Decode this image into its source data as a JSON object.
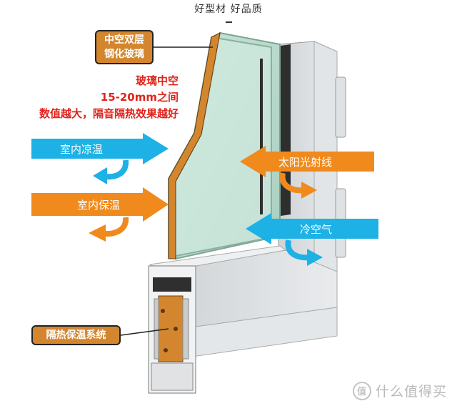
{
  "header": {
    "title": "好型材 好品质"
  },
  "labels": {
    "glass_box": [
      "中空双层",
      "钢化玻璃"
    ],
    "glass_note": [
      "玻璃中空",
      "15-20mm之间",
      "数值越大，隔音隔热效果越好"
    ],
    "insulation_box": "隔热保温系统"
  },
  "arrows": {
    "indoor_cool": "室内凉温",
    "indoor_warm": "室内保温",
    "sunlight": "太阳光射线",
    "cold_air": "冷空气"
  },
  "watermark": {
    "text": "什么值得买",
    "logo_glyph": "值"
  },
  "colors": {
    "orange_accent": "#f08a1c",
    "blue_arrow": "#1db1e6",
    "note_red": "#e0231c",
    "label_orange": "#d4862e",
    "frame_gray": "#d9dcdf"
  }
}
